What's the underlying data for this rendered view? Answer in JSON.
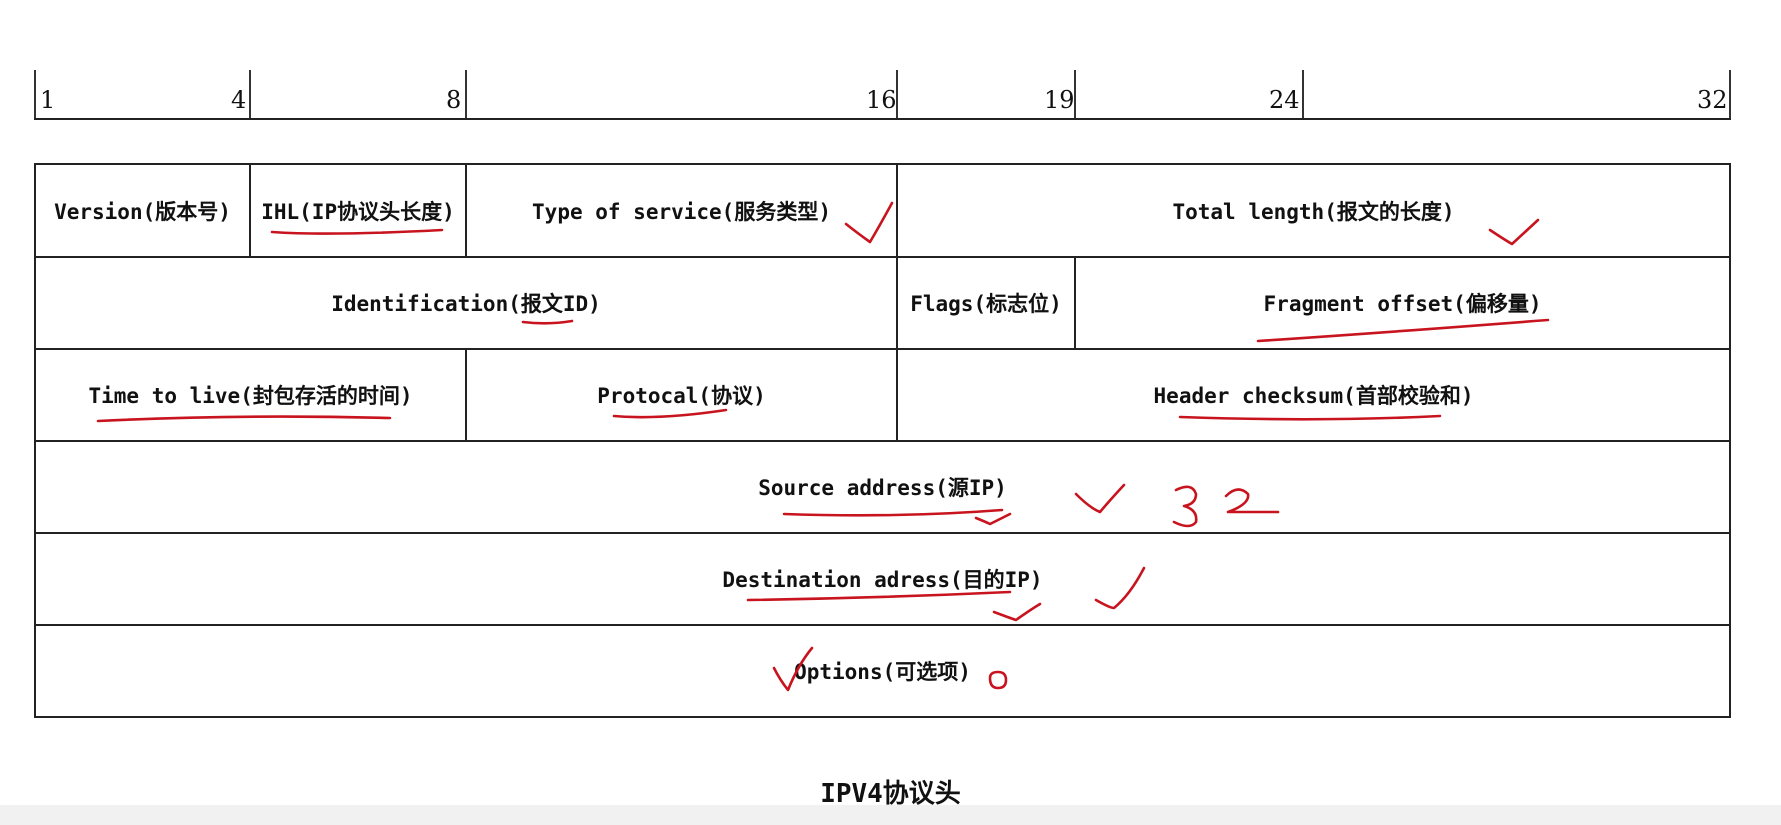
{
  "ruler": {
    "labels": [
      {
        "id": "bit-1",
        "text": "1"
      },
      {
        "id": "bit-4",
        "text": "4"
      },
      {
        "id": "bit-8",
        "text": "8"
      },
      {
        "id": "bit-16",
        "text": "16"
      },
      {
        "id": "bit-19",
        "text": "19"
      },
      {
        "id": "bit-24",
        "text": "24"
      },
      {
        "id": "bit-32",
        "text": "32"
      }
    ]
  },
  "header": {
    "version": "Version(版本号)",
    "ihl": "IHL(IP协议头长度)",
    "type_of_service": "Type of service(服务类型)",
    "total_length": "Total length(报文的长度)",
    "identification": "Identification(报文ID)",
    "flags": "Flags(标志位)",
    "fragment_offset": "Fragment offset(偏移量)",
    "ttl": "Time to live(封包存活的时间)",
    "protocol": "Protocal(协议)",
    "header_checksum": "Header checksum(首部校验和)",
    "source_address": "Source address(源IP)",
    "destination_address": "Destination adress(目的IP)",
    "options": "Options(可选项)"
  },
  "annotations": {
    "handwritten_number": "32"
  },
  "caption": "IPV4协议头",
  "colors": {
    "annotation_ink": "#c8141e",
    "line": "#222222"
  }
}
